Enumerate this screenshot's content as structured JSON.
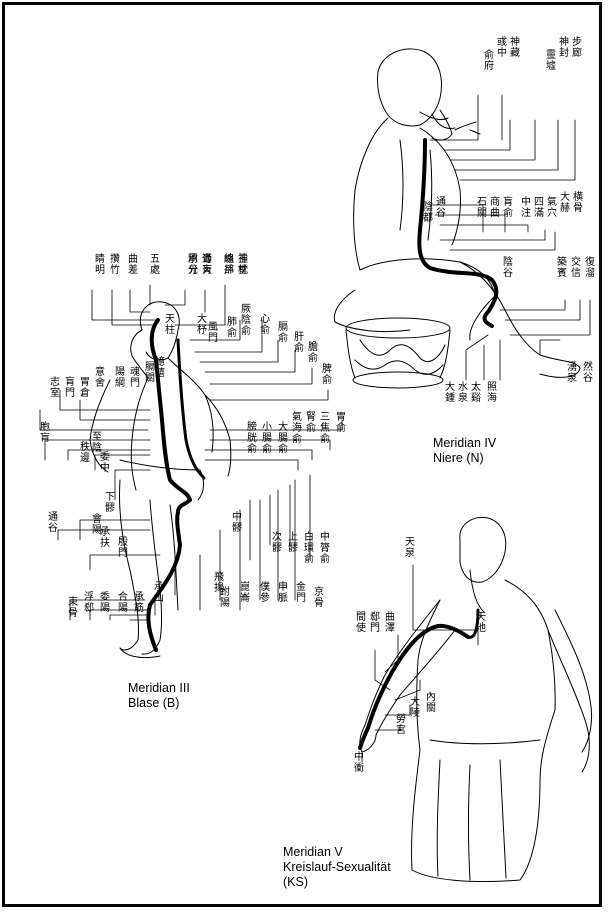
{
  "captions": {
    "meridian_3": {
      "title": "Meridian III",
      "subtitle": "Blase (B)"
    },
    "meridian_4": {
      "title": "Meridian IV",
      "subtitle": "Niere (N)"
    },
    "meridian_5": {
      "title": "Meridian V",
      "subtitle": "Kreislauf-Sexualität",
      "abbr": "(KS)"
    }
  },
  "point_labels": {
    "kidney": [
      "神藏",
      "彧中",
      "俞府",
      "步廊",
      "神封",
      "靈墟",
      "横骨",
      "大赫",
      "氣穴",
      "四滿",
      "中注",
      "肓俞",
      "商曲",
      "石關",
      "通谷",
      "陰都",
      "復溜",
      "交信",
      "築賓",
      "陰谷",
      "然谷",
      "湧泉",
      "照海",
      "太谿",
      "水泉",
      "大鍾"
    ],
    "bladder": [
      "玉枕",
      "絡郤",
      "通天",
      "承光",
      "五處",
      "曲差",
      "攢竹",
      "睛明",
      "天柱",
      "大杼",
      "風門",
      "肺俞",
      "厥陰俞",
      "心俞",
      "膈俞",
      "肝俞",
      "膽俞",
      "脾俞",
      "胃俞",
      "三焦俞",
      "腎俞",
      "氣海俞",
      "大腸俞",
      "小腸俞",
      "膀胱俞",
      "中膂俞",
      "白環俞",
      "上髎",
      "次髎",
      "中髎",
      "下髎",
      "會陽",
      "承扶",
      "殷門",
      "委陽",
      "浮郄",
      "合陽",
      "承筋",
      "承山",
      "飛揚",
      "跗陽",
      "崑崙",
      "僕參",
      "申脈",
      "金門",
      "京骨",
      "束骨",
      "通谷",
      "至陰",
      "委中",
      "秩邊",
      "胞肓",
      "志室",
      "肓門",
      "胃倉",
      "意舍",
      "陽綱",
      "魂門",
      "膈關",
      "譩譆",
      "神堂",
      "魄戶",
      "膏肓",
      "附分"
    ],
    "pericardium": [
      "天泉",
      "天池",
      "曲澤",
      "郄門",
      "間使",
      "內關",
      "大陵",
      "勞宮",
      "中衝"
    ]
  }
}
